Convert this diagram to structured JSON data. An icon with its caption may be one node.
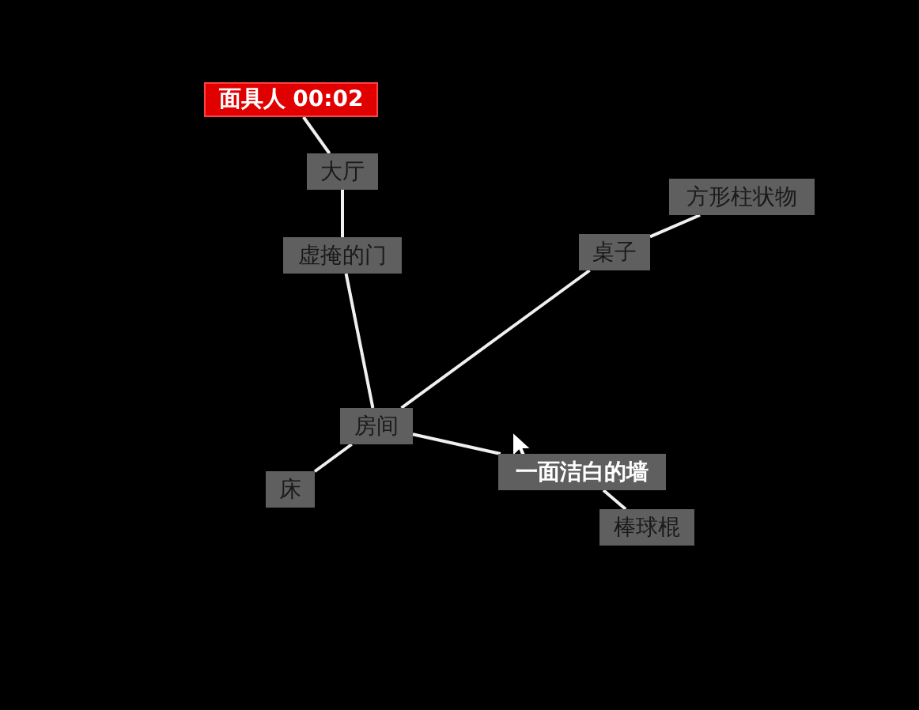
{
  "diagram": {
    "nodes": [
      {
        "text": [
          "面具人 00:02"
        ]
      },
      {
        "text": [
          "大厅"
        ]
      },
      {
        "text": [
          "虚掩的门"
        ]
      },
      {
        "text": [
          "桌子"
        ]
      },
      {
        "text": [
          "方形柱状物"
        ]
      },
      {
        "text": [
          "房间"
        ]
      },
      {
        "text": [
          "床"
        ]
      },
      {
        "text": [
          "一面洁白的墙"
        ]
      },
      {
        "text": [
          "棒球棍"
        ]
      }
    ],
    "edges": [
      {
        "from": 0,
        "to": 1,
        "arrow": "none"
      },
      {
        "from": 1,
        "to": 2,
        "arrow": "none"
      },
      {
        "from": 2,
        "to": 5,
        "arrow": "none"
      },
      {
        "from": 5,
        "to": 3,
        "arrow": "none"
      },
      {
        "from": 3,
        "to": 4,
        "arrow": "none"
      },
      {
        "from": 5,
        "to": 6,
        "arrow": "none"
      },
      {
        "from": 5,
        "to": 7,
        "arrow": "none"
      },
      {
        "from": 7,
        "to": 8,
        "arrow": "none"
      }
    ]
  }
}
